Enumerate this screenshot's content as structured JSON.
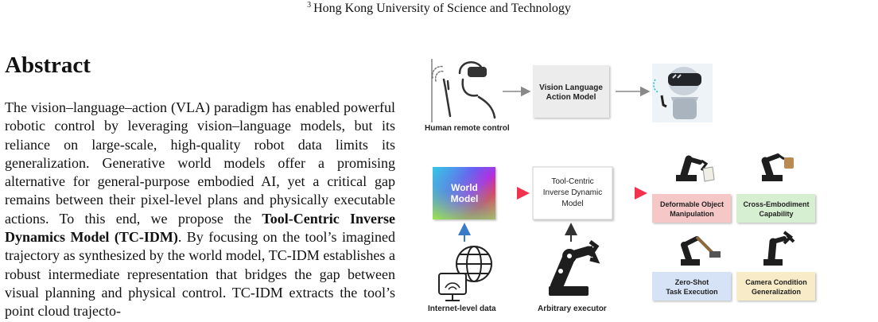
{
  "header": {
    "affiliation_mark": "3",
    "affiliation": "Hong Kong University of Science and Technology"
  },
  "abstract": {
    "title": "Abstract",
    "text_before": "The vision–language–action (VLA) paradigm has enabled powerful robotic control by leveraging vision–language models, but its reliance on large-scale, high-quality robot data limits its generalization. Generative world models offer a promising alternative for general-purpose embodied AI, yet a critical gap remains between their pixel-level plans and physically executable actions. To this end, we propose the ",
    "bold_text": "Tool-Centric Inverse Dynamics Model (TC-IDM)",
    "text_after": ". By focusing on the tool’s imagined trajectory as synthesized by the world model, TC-IDM establishes a robust intermediate representation that bridges the gap between visual planning and physical control. TC-IDM extracts the tool’s point cloud trajecto-"
  },
  "figure": {
    "top_row": {
      "human_label": "Human remote control",
      "vla_label_1": "Vision Language",
      "vla_label_2": "Action Model"
    },
    "bottom_row": {
      "world_model_1": "World",
      "world_model_2": "Model",
      "idm_1": "Tool-Centric",
      "idm_2": "Inverse Dynamic",
      "idm_3": "Model",
      "internet_label": "Internet-level data",
      "executor_label": "Arbitrary executor"
    },
    "capabilities": [
      {
        "line1": "Deformable Object",
        "line2": "Manipulation",
        "color": "#f6c7c7"
      },
      {
        "line1": "Cross-Embodiment",
        "line2": "Capability",
        "color": "#d7efd1"
      },
      {
        "line1": "Zero-Shot",
        "line2": "Task Execution",
        "color": "#d6e3f7"
      },
      {
        "line1": "Camera Condition",
        "line2": "Generalization",
        "color": "#f8ebc7"
      }
    ]
  }
}
